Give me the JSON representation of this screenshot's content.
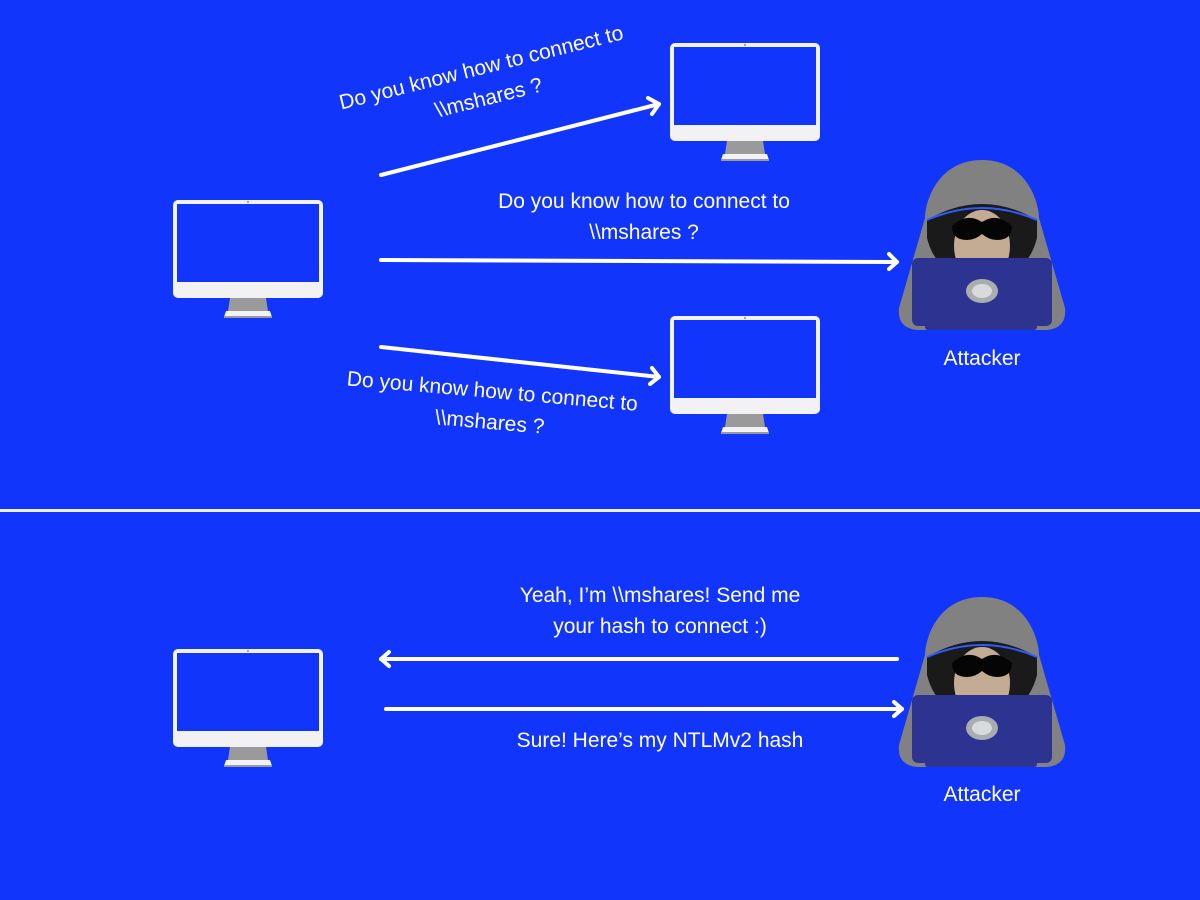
{
  "diagram": {
    "title": "LLMNR/NBT-NS poisoning flow",
    "background_color": "#1235fb",
    "top_panel": {
      "messages": [
        {
          "id": "to-upper-monitor",
          "line1": "Do you know how to  connect to",
          "line2": "\\\\mshares ?"
        },
        {
          "id": "to-attacker",
          "line1": "Do you know how to  connect to",
          "line2": "\\\\mshares ?"
        },
        {
          "id": "to-lower-monitor",
          "line1": "Do you know how to  connect to",
          "line2": "\\\\mshares ?"
        }
      ],
      "attacker_label": "Attacker"
    },
    "bottom_panel": {
      "messages": [
        {
          "id": "attacker-reply",
          "line1": "Yeah, I’m \\\\mshares! Send me",
          "line2": "your hash to connect :)"
        },
        {
          "id": "victim-send-hash",
          "line1": "Sure! Here’s my NTLMv2 hash"
        }
      ],
      "attacker_label": "Attacker"
    },
    "icons": [
      "monitor-icon",
      "hacker-icon",
      "arrow-right-icon",
      "arrow-left-icon"
    ]
  }
}
